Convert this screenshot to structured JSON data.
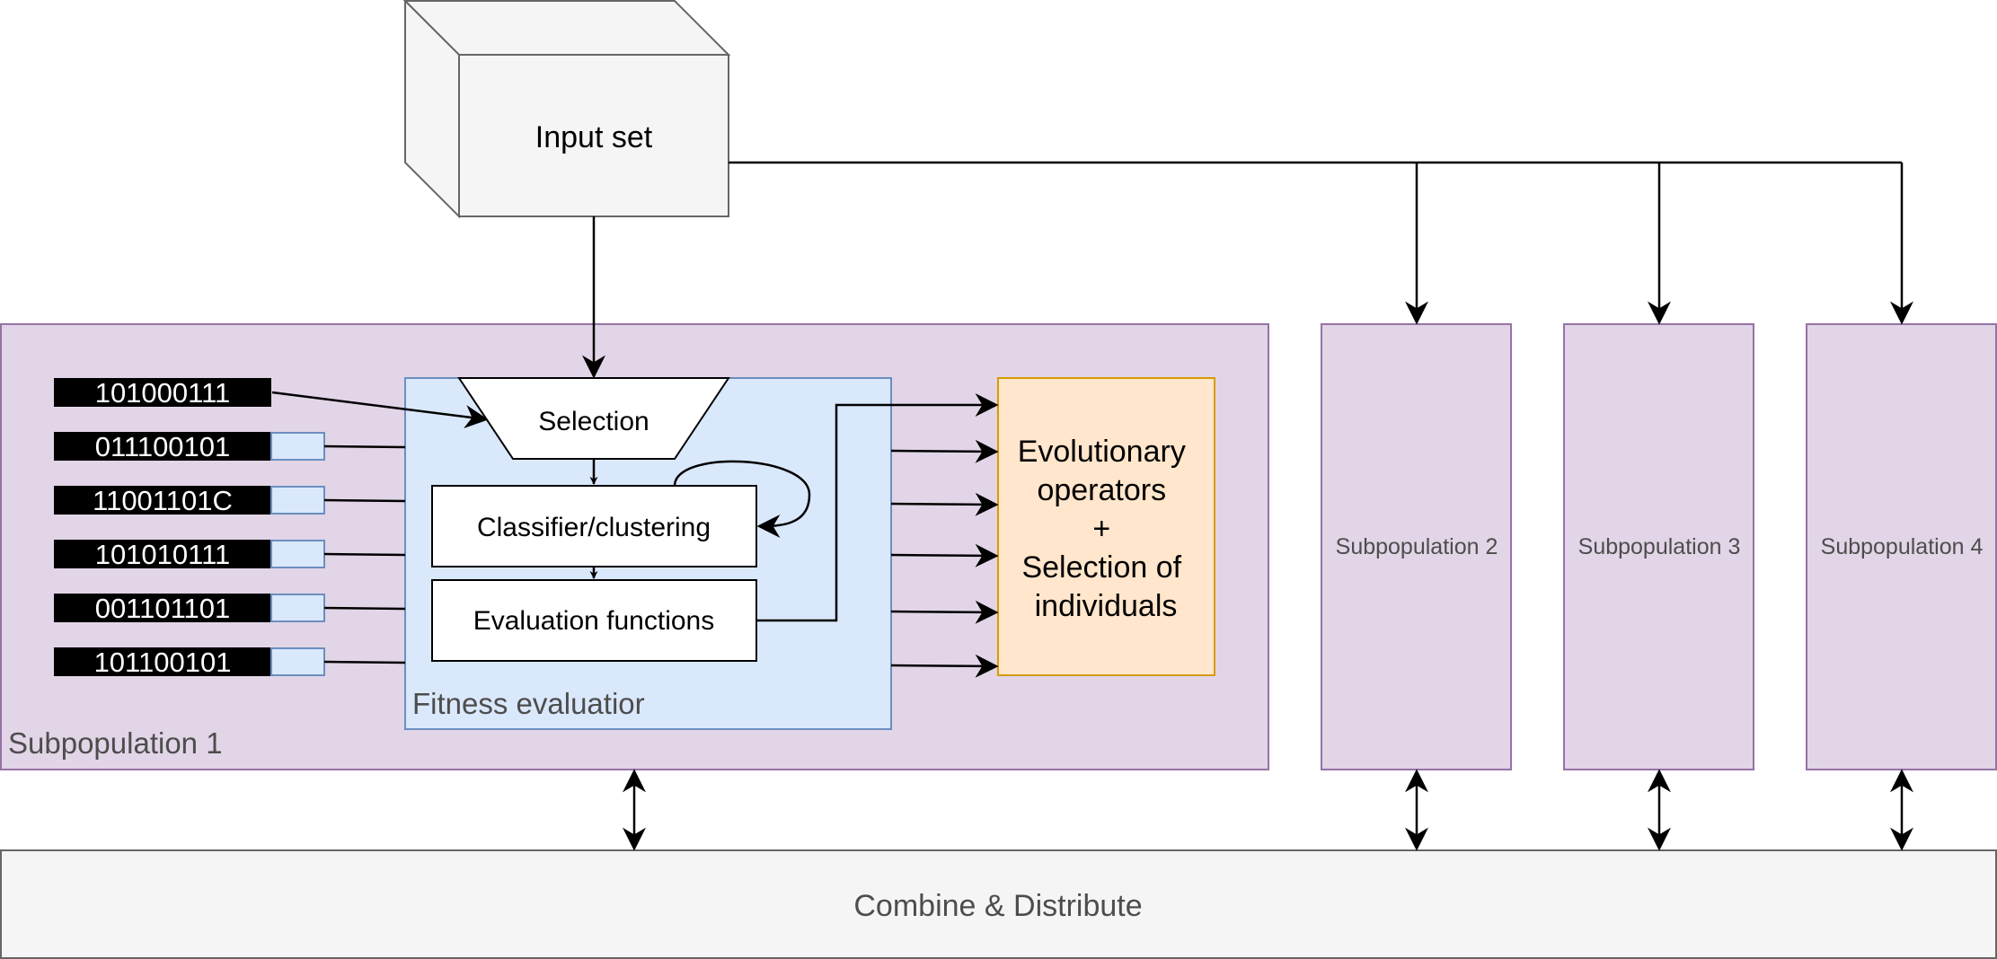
{
  "input": {
    "label": "Input set"
  },
  "subpop1": {
    "label": "Subpopulation 1",
    "individuals": [
      "101000111",
      "011100101",
      "11001101C",
      "101010111",
      "001101101",
      "101100101"
    ]
  },
  "fitness": {
    "label": "Fitness evaluatior",
    "selection": "Selection",
    "classifier": "Classifier/clustering",
    "evaluation": "Evaluation functions"
  },
  "evo": {
    "lines": [
      "Evolutionary",
      "operators",
      "+",
      "Selection of",
      "individuals"
    ]
  },
  "subpops": [
    {
      "label": "Subpopulation 2"
    },
    {
      "label": "Subpopulation 3"
    },
    {
      "label": "Subpopulation 4"
    }
  ],
  "combine": {
    "label": "Combine & Distribute"
  },
  "colors": {
    "subpop_fill": "#e1d5e7",
    "subpop_stroke": "#9673a6",
    "fitness_fill": "#dae8fc",
    "fitness_stroke": "#6c8ebf",
    "evo_fill": "#ffe6cc",
    "evo_stroke": "#d79b00",
    "gray_fill": "#f5f5f5",
    "gray_stroke": "#666666"
  }
}
